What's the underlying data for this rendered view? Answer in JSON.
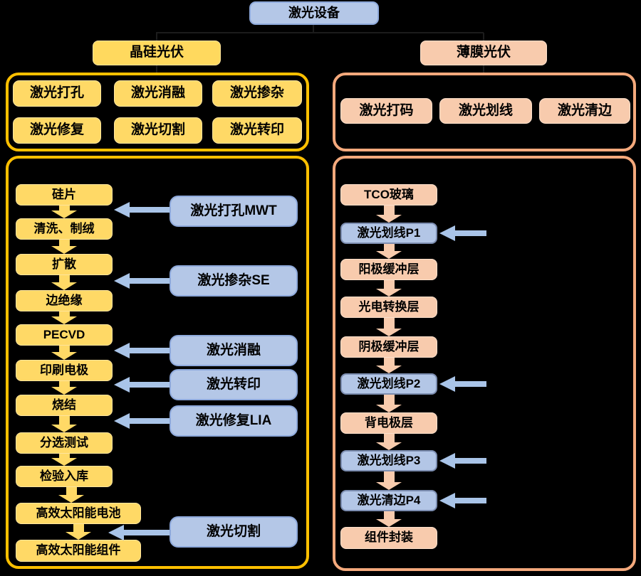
{
  "title": "激光设备",
  "left_branch": {
    "header": "晶硅光伏",
    "tools": [
      "激光打孔",
      "激光消融",
      "激光掺杂",
      "激光修复",
      "激光切割",
      "激光转印"
    ],
    "flow": [
      "硅片",
      "清洗、制绒",
      "扩散",
      "边绝缘",
      "PECVD",
      "印刷电极",
      "烧结",
      "分选测试",
      "检验入库",
      "高效太阳能电池",
      "高效太阳能组件"
    ],
    "lasers": [
      "激光打孔MWT",
      "激光掺杂SE",
      "激光消融",
      "激光转印",
      "激光修复LIA",
      "激光切割"
    ]
  },
  "right_branch": {
    "header": "薄膜光伏",
    "tools": [
      "激光打码",
      "激光划线",
      "激光清边"
    ],
    "flow": [
      {
        "label": "TCO玻璃",
        "laser_step": false
      },
      {
        "label": "激光划线P1",
        "laser_step": true
      },
      {
        "label": "阳极缓冲层",
        "laser_step": false
      },
      {
        "label": "光电转换层",
        "laser_step": false
      },
      {
        "label": "阴极缓冲层",
        "laser_step": false
      },
      {
        "label": "激光划线P2",
        "laser_step": true
      },
      {
        "label": "背电极层",
        "laser_step": false
      },
      {
        "label": "激光划线P3",
        "laser_step": true
      },
      {
        "label": "激光清边P4",
        "laser_step": true
      },
      {
        "label": "组件封装",
        "laser_step": false
      }
    ]
  },
  "colors": {
    "background": "#000000",
    "yellow_fill": "#FFD966",
    "yellow_container_border": "#FFC000",
    "peach_fill": "#F8CBAD",
    "peach_container_border": "#F4A97C",
    "blue_fill": "#B4C7E7",
    "blue_border": "#8EA9DB",
    "blue_flow_border": "#7C8DB0",
    "blue_arrow": "#A9C4E8"
  }
}
